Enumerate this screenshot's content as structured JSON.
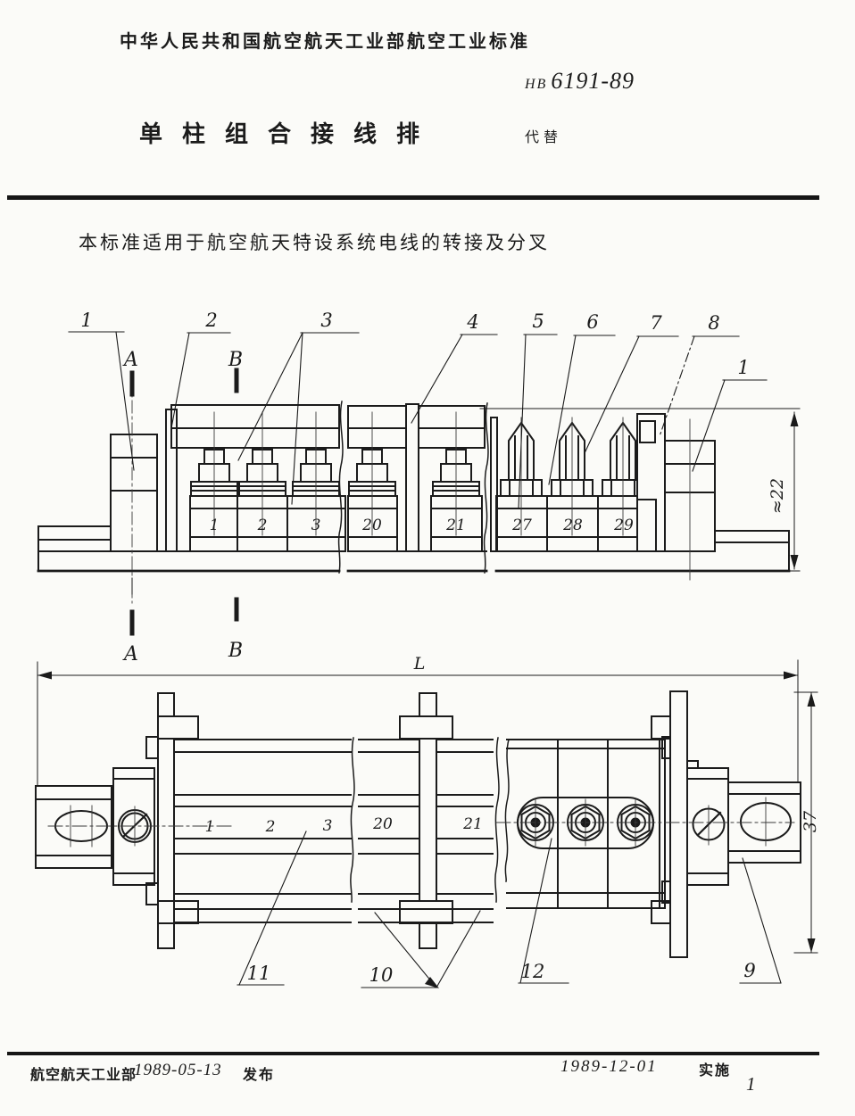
{
  "doc": {
    "header": "中华人民共和国航空航天工业部航空工业标准",
    "code_prefix": "HB",
    "code_number": "6191-89",
    "title": "单柱组合接线排",
    "supersedes": "代替",
    "scope": "本标准适用于航空航天特设系统电线的转接及分叉"
  },
  "top_view": {
    "callouts": [
      "1",
      "2",
      "3",
      "4",
      "5",
      "6",
      "7",
      "8"
    ],
    "callout_end": "1",
    "sections": {
      "a": "A",
      "b": "B"
    },
    "cells": [
      "1",
      "2",
      "3",
      "20",
      "21",
      "27",
      "28",
      "29"
    ],
    "dim_height": "≈22"
  },
  "bottom_view": {
    "dim_length": "L",
    "dim_width": "37",
    "cells": [
      "1",
      "2",
      "3",
      "20",
      "21"
    ],
    "callouts": [
      "11",
      "10",
      "12",
      "9"
    ]
  },
  "footer": {
    "issuer": "航空航天工业部",
    "issue_date": "1989-05-13",
    "issue_word": "发布",
    "impl_date": "1989-12-01",
    "impl_word": "实施",
    "page": "1"
  }
}
